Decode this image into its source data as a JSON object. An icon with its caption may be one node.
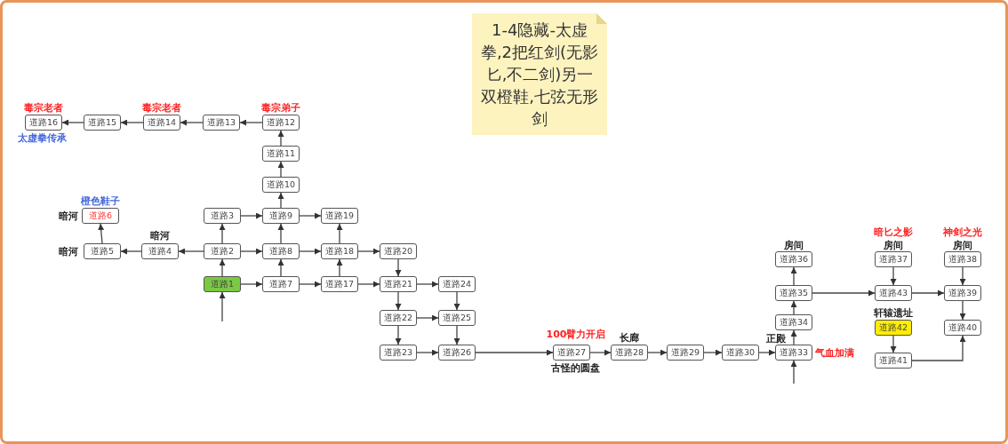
{
  "diagram": {
    "nodes": [
      {
        "text": [
          "1-4隐藏-太虚拳,2把红剑(无影匕,不二剑)另一双橙鞋,七弦无形剑"
        ]
      },
      {
        "text": [
          "道路1"
        ]
      },
      {
        "text": [
          "道路2"
        ]
      },
      {
        "text": [
          "道路3"
        ]
      },
      {
        "text": [
          "道路4"
        ],
        "beside": [
          "暗河"
        ]
      },
      {
        "text": [
          "道路5"
        ],
        "beside": [
          "暗河"
        ]
      },
      {
        "text": [
          "道路6"
        ],
        "beside": [
          "橙色鞋子",
          "暗河"
        ]
      },
      {
        "text": [
          "道路7"
        ]
      },
      {
        "text": [
          "道路8"
        ]
      },
      {
        "text": [
          "道路9"
        ]
      },
      {
        "text": [
          "道路10"
        ]
      },
      {
        "text": [
          "道路11"
        ]
      },
      {
        "text": [
          "道路12"
        ],
        "beside": [
          "毒宗弟子"
        ]
      },
      {
        "text": [
          "道路13"
        ]
      },
      {
        "text": [
          "道路14"
        ],
        "beside": [
          "毒宗老者"
        ]
      },
      {
        "text": [
          "道路15"
        ]
      },
      {
        "text": [
          "道路16"
        ],
        "beside": [
          "毒宗老者",
          "太虚拳传承"
        ]
      },
      {
        "text": [
          "道路17"
        ]
      },
      {
        "text": [
          "道路18"
        ]
      },
      {
        "text": [
          "道路19"
        ]
      },
      {
        "text": [
          "道路20"
        ]
      },
      {
        "text": [
          "道路21"
        ]
      },
      {
        "text": [
          "道路22"
        ]
      },
      {
        "text": [
          "道路23"
        ]
      },
      {
        "text": [
          "道路24"
        ]
      },
      {
        "text": [
          "道路25"
        ]
      },
      {
        "text": [
          "道路26"
        ]
      },
      {
        "text": [
          "道路27"
        ],
        "beside": [
          "100臂力开启",
          "古怪的圆盘"
        ]
      },
      {
        "text": [
          "道路28"
        ],
        "beside": [
          "长廊"
        ]
      },
      {
        "text": [
          "道路29"
        ]
      },
      {
        "text": [
          "道路30"
        ]
      },
      {
        "text": [
          "道路33"
        ],
        "beside": [
          "正殿",
          "气血加满"
        ]
      },
      {
        "text": [
          "道路34"
        ]
      },
      {
        "text": [
          "道路35"
        ]
      },
      {
        "text": [
          "道路36"
        ],
        "beside": [
          "房间"
        ]
      },
      {
        "text": [
          "道路37"
        ],
        "beside": [
          "暗匕之影",
          "房间"
        ]
      },
      {
        "text": [
          "道路43"
        ]
      },
      {
        "text": [
          "道路38"
        ],
        "beside": [
          "神剑之光",
          "房间"
        ]
      },
      {
        "text": [
          "道路39"
        ]
      },
      {
        "text": [
          "道路40"
        ]
      },
      {
        "text": [
          "道路42"
        ],
        "beside": [
          "轩辕遗址"
        ]
      },
      {
        "text": [
          "道路41"
        ]
      }
    ],
    "edges": [
      {
        "from": null,
        "to": 1,
        "arrow": "to"
      },
      {
        "from": 1,
        "to": 2,
        "arrow": "to"
      },
      {
        "from": 1,
        "to": 7,
        "arrow": "to"
      },
      {
        "from": 2,
        "to": 3,
        "arrow": "to"
      },
      {
        "from": 2,
        "to": 8,
        "arrow": "to"
      },
      {
        "from": 2,
        "to": 4,
        "arrow": "to"
      },
      {
        "from": 3,
        "to": 9,
        "arrow": "to"
      },
      {
        "from": 4,
        "to": 5,
        "arrow": "to"
      },
      {
        "from": 5,
        "to": 6,
        "arrow": "to"
      },
      {
        "from": 7,
        "to": 8,
        "arrow": "to"
      },
      {
        "from": 7,
        "to": 17,
        "arrow": "to"
      },
      {
        "from": 8,
        "to": 9,
        "arrow": "to"
      },
      {
        "from": 8,
        "to": 18,
        "arrow": "to"
      },
      {
        "from": 9,
        "to": 10,
        "arrow": "to"
      },
      {
        "from": 9,
        "to": 19,
        "arrow": "to"
      },
      {
        "from": 10,
        "to": 11,
        "arrow": "to"
      },
      {
        "from": 11,
        "to": 12,
        "arrow": "to"
      },
      {
        "from": 12,
        "to": 13,
        "arrow": "to"
      },
      {
        "from": 13,
        "to": 14,
        "arrow": "to"
      },
      {
        "from": 14,
        "to": 15,
        "arrow": "to"
      },
      {
        "from": 15,
        "to": 16,
        "arrow": "to"
      },
      {
        "from": 17,
        "to": 18,
        "arrow": "to"
      },
      {
        "from": 17,
        "to": 21,
        "arrow": "to"
      },
      {
        "from": 18,
        "to": 19,
        "arrow": "to"
      },
      {
        "from": 18,
        "to": 20,
        "arrow": "to"
      },
      {
        "from": 20,
        "to": 21,
        "arrow": "to"
      },
      {
        "from": 21,
        "to": 22,
        "arrow": "to"
      },
      {
        "from": 21,
        "to": 24,
        "arrow": "to"
      },
      {
        "from": 22,
        "to": 23,
        "arrow": "to"
      },
      {
        "from": 22,
        "to": 25,
        "arrow": "to"
      },
      {
        "from": 24,
        "to": 25,
        "arrow": "to"
      },
      {
        "from": 23,
        "to": 26,
        "arrow": "to"
      },
      {
        "from": 25,
        "to": 26,
        "arrow": "to"
      },
      {
        "from": 26,
        "to": 27,
        "arrow": "to"
      },
      {
        "from": 27,
        "to": 28,
        "arrow": "to"
      },
      {
        "from": 28,
        "to": 29,
        "arrow": "to"
      },
      {
        "from": 29,
        "to": 30,
        "arrow": "to"
      },
      {
        "from": 30,
        "to": 31,
        "arrow": "to"
      },
      {
        "from": null,
        "to": 31,
        "arrow": "to"
      },
      {
        "from": 31,
        "to": 32,
        "arrow": "to"
      },
      {
        "from": 32,
        "to": 33,
        "arrow": "to"
      },
      {
        "from": 33,
        "to": 34,
        "arrow": "to"
      },
      {
        "from": 33,
        "to": 36,
        "arrow": "to"
      },
      {
        "from": 35,
        "to": 36,
        "arrow": "to"
      },
      {
        "from": 36,
        "to": 38,
        "arrow": "to"
      },
      {
        "from": 37,
        "to": 38,
        "arrow": "to"
      },
      {
        "from": 38,
        "to": 39,
        "arrow": "to"
      },
      {
        "from": 40,
        "to": 41,
        "arrow": "to"
      },
      {
        "from": 41,
        "to": 39,
        "arrow": "to"
      }
    ]
  }
}
